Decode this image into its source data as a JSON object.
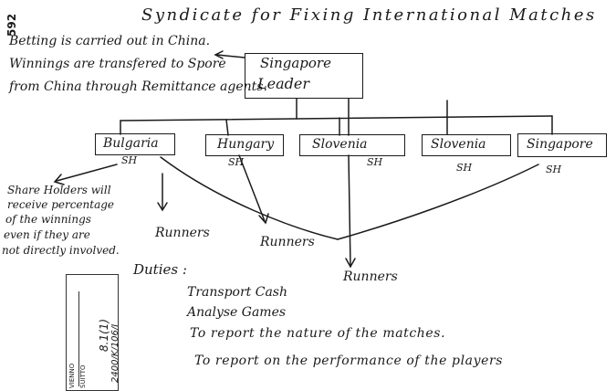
{
  "page_number": "592",
  "title": "Syndicate for Fixing International Matches",
  "notes": {
    "betting": "Betting is carried out in China.",
    "winnings_line1": "Winnings are transfered to Spore",
    "winnings_line2": "from China through Remittance agents."
  },
  "leader": {
    "line1": "Singapore",
    "line2": "Leader"
  },
  "branches": [
    {
      "label": "Bulgaria",
      "sub": "SH"
    },
    {
      "label": "Hungary",
      "sub": "SH"
    },
    {
      "label": "Slovenia",
      "sub": "SH"
    },
    {
      "label": "Slovenia",
      "sub": "SH"
    },
    {
      "label": "Singapore",
      "sub": "SH"
    }
  ],
  "shareholders_note": [
    "Share Holders will",
    "receive percentage",
    "of the winnings",
    "even if they are",
    "not directly involved."
  ],
  "runners": [
    "Runners",
    "Runners",
    "Runners"
  ],
  "duties": {
    "heading": "Duties :",
    "items": [
      "Transport Cash",
      "Analyse Games",
      "To report the nature of the matches.",
      "To report on the performance of the players"
    ]
  },
  "stamp": {
    "text1": "8.1(1)",
    "text2": "2400/K/106/I",
    "text3": "VIENNO",
    "text4": "SUITTO"
  }
}
